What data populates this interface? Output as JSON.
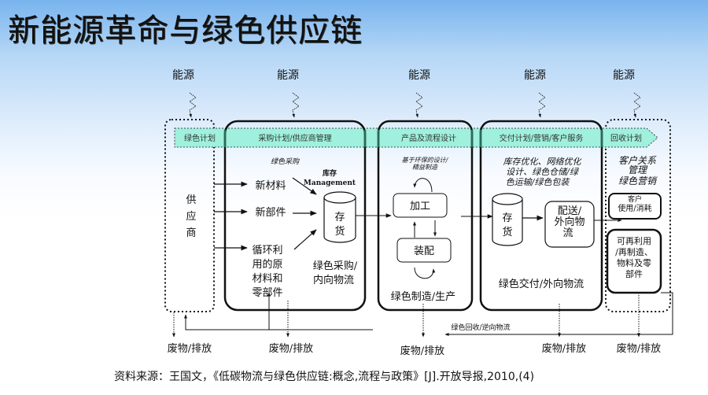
{
  "title": "新能源革命与绿色供应链",
  "energy_label": "能源",
  "energy_labels": [
    "能源",
    "能源",
    "能源",
    "能源",
    "能源"
  ],
  "banner": {
    "color": "#9ff0dc",
    "segments": [
      "绿色计划",
      "采购计划/供应商管理",
      "产品及流程设计",
      "交付计划/营销/客户服务",
      "回收计划"
    ]
  },
  "supplier": {
    "label": "供应商"
  },
  "procurement": {
    "subtitle": "绿色采购",
    "inventory_caption_1": "库存",
    "inventory_caption_2": "Management",
    "inputs": [
      "新材料",
      "新部件"
    ],
    "recycled_lines": [
      "循环利",
      "用的原",
      "材料和",
      "零部件"
    ],
    "inventory_label_lines": [
      "存",
      "货"
    ],
    "footer_lines": [
      "绿色采购/",
      "内向物流"
    ]
  },
  "manufacturing": {
    "subtitle_lines": [
      "基于环保的设计/",
      "精益制造"
    ],
    "process_1": "加工",
    "process_2": "装配",
    "footer": "绿色制造/生产"
  },
  "delivery": {
    "subtitle_lines": [
      "库存优化、网络优化",
      "设计、绿色仓储/绿",
      "色运输/绿色包装"
    ],
    "inventory_label_lines": [
      "存",
      "货"
    ],
    "distribution_lines": [
      "配送/",
      "外向物",
      "流"
    ],
    "footer": "绿色交付/外向物流"
  },
  "recycle": {
    "subtitle_lines": [
      "客户关系",
      "管理",
      "绿色营销"
    ],
    "usage_lines": [
      "客户",
      "使用/消耗"
    ],
    "reuse_lines": [
      "可再利用",
      "/再制造、",
      "物料及零",
      "部件"
    ]
  },
  "reverse_flow_label": "绿色回收/逆向物流",
  "waste_label": "废物/排放",
  "waste_labels": [
    "废物/排放",
    "废物/排放",
    "废物/排放",
    "废物/排放",
    "废物/排放"
  ],
  "citation": "资料来源：王国文，《低碳物流与绿色供应链:概念,流程与政策》[J].开放导报,2010,(4)"
}
